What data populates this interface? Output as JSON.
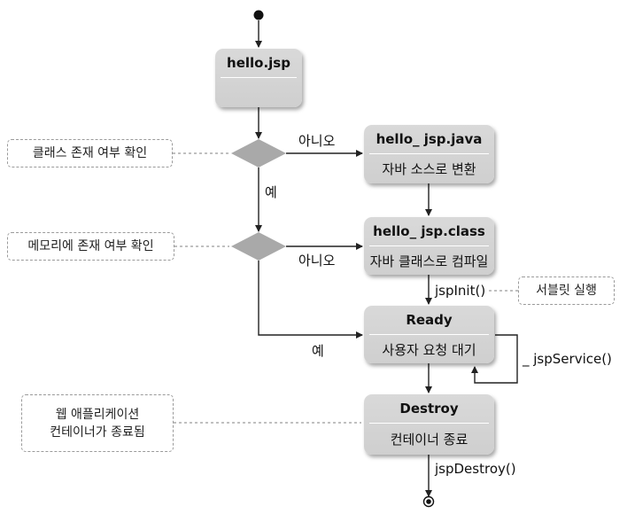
{
  "stages": {
    "hello_jsp": {
      "title": "hello.jsp"
    },
    "hello_java": {
      "title": "hello_ jsp.java",
      "sub": "자바 소스로 변환"
    },
    "hello_class": {
      "title": "hello_ jsp.class",
      "sub": "자바 클래스로 컴파일"
    },
    "ready": {
      "title": "Ready",
      "sub": "사용자 요청 대기"
    },
    "destroy": {
      "title": "Destroy",
      "sub": "컨테이너 종료"
    }
  },
  "notes": {
    "class_check": "클래스 존재 여부 확인",
    "memory_check": "메모리에 존재 여부 확인",
    "servlet_run": "서블릿 실행",
    "app_end_line1": "웹 애플리케이션",
    "app_end_line2": "컨테이너가 종료됨"
  },
  "labels": {
    "no_1": "아니오",
    "yes_1": "예",
    "no_2": "아니오",
    "yes_2": "예",
    "jsp_init": "jspInit()",
    "jsp_service": "_ jspService()",
    "jsp_destroy": "jspDestroy()"
  }
}
